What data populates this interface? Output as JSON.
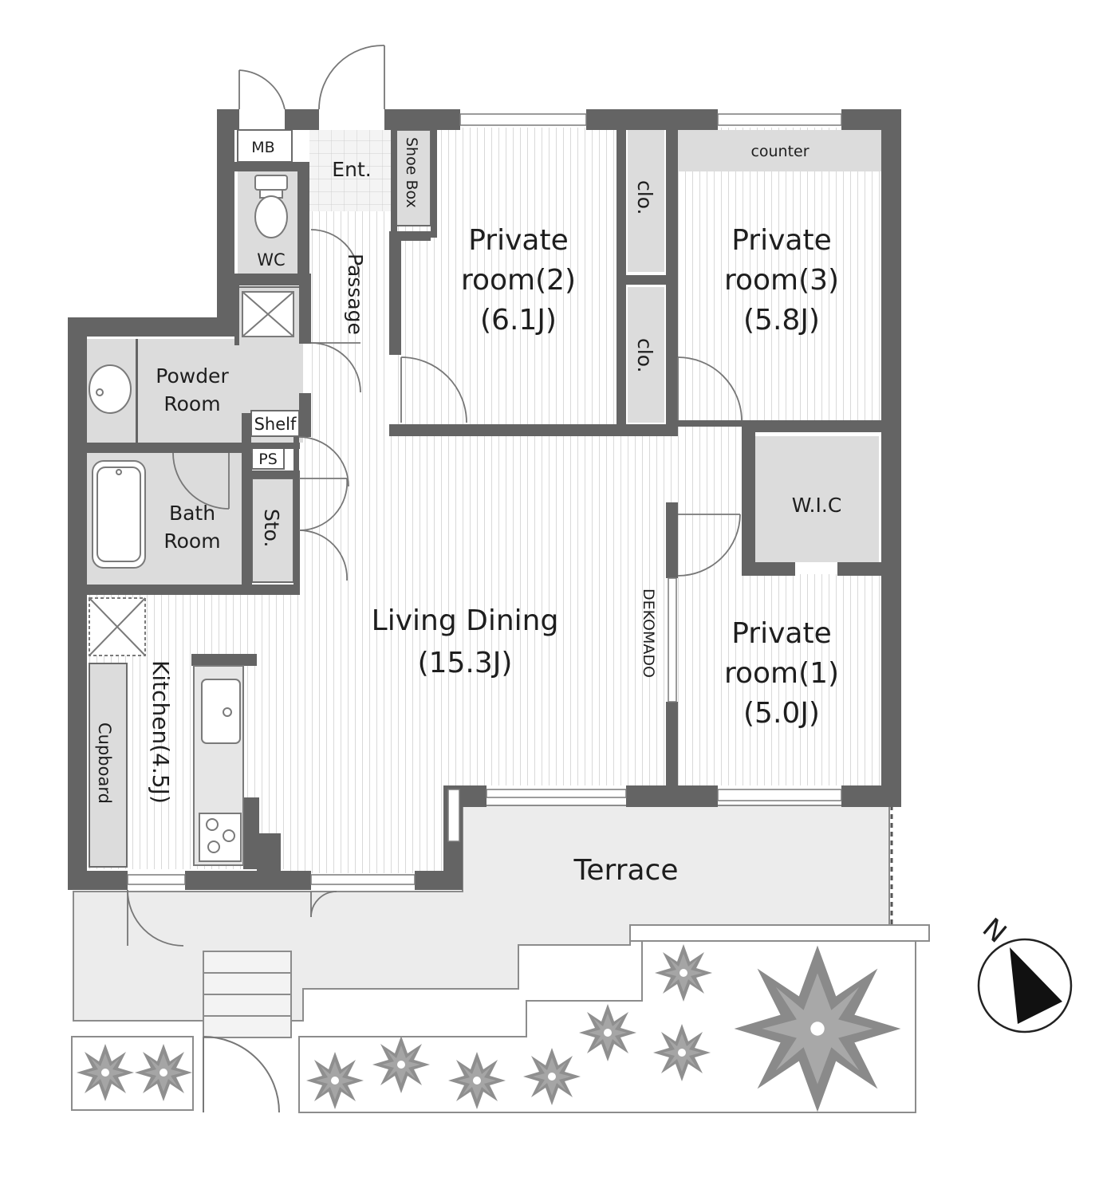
{
  "rooms": {
    "mb": "MB",
    "entrance": "Ent.",
    "shoe_box": "Shoe Box",
    "wc": "WC",
    "passage": "Passage",
    "private2": {
      "line1": "Private",
      "line2": "room(2)",
      "line3": "(6.1J)"
    },
    "private3": {
      "line1": "Private",
      "line2": "room(3)",
      "line3": "(5.8J)"
    },
    "private1": {
      "line1": "Private",
      "line2": "room(1)",
      "line3": "(5.0J)"
    },
    "closet_upper": "clo.",
    "closet_lower": "clo.",
    "counter": "counter",
    "powder_room": {
      "line1": "Powder",
      "line2": "Room"
    },
    "shelf": "Shelf",
    "ps": "PS",
    "storage": "Sto.",
    "bath_room": {
      "line1": "Bath",
      "line2": "Room"
    },
    "wic": "W.I.C",
    "living_dining": {
      "line1": "Living Dining",
      "line2": "(15.3J)"
    },
    "dekomado": "DEKOMADO",
    "kitchen": "Kitchen(4.5J)",
    "cupboard": "Cupboard",
    "terrace": "Terrace"
  },
  "compass": {
    "label": "N",
    "icon": "north-arrow-icon"
  },
  "colors": {
    "wall": "#646464",
    "wet_area": "#dcdcdc",
    "terrace": "#ececec",
    "plant": "#8a8a8a",
    "floor_line": "#d6d6d6"
  }
}
